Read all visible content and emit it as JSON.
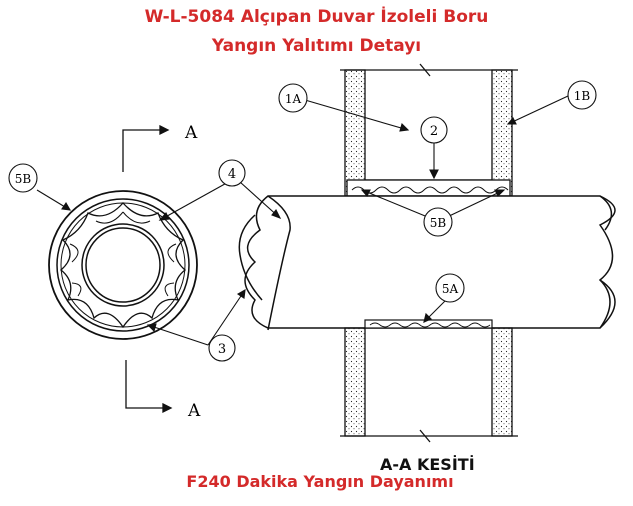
{
  "title_line1": "W-L-5084 Alçıpan Duvar İzoleli Boru",
  "title_line2": "Yangın Yalıtımı Detayı",
  "section_label": "A-A KESİTİ",
  "footer": "F240 Dakika Yangın Dayanımı",
  "section_marker": "A",
  "callouts": {
    "c1A": "1A",
    "c1B": "1B",
    "c2": "2",
    "c3": "3",
    "c4": "4",
    "c5A": "5A",
    "c5B_left": "5B",
    "c5B_center": "5B"
  },
  "colors": {
    "title": "#d42a2a",
    "line": "#111111"
  }
}
